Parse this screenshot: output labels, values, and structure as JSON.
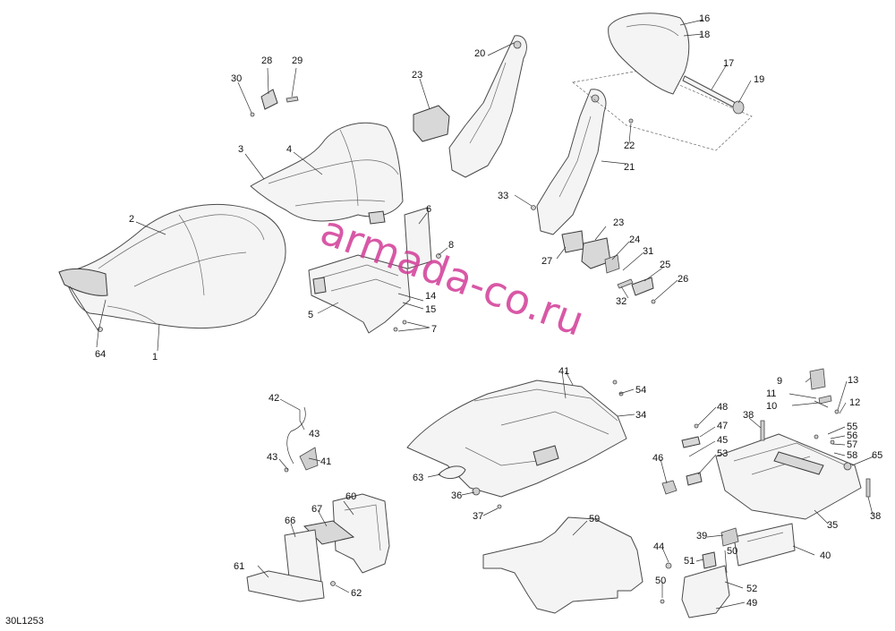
{
  "drawing": {
    "reference": "30L1253",
    "watermark": "armada-co.ru"
  },
  "callouts": [
    {
      "id": "1"
    },
    {
      "id": "2"
    },
    {
      "id": "3"
    },
    {
      "id": "4"
    },
    {
      "id": "5"
    },
    {
      "id": "6"
    },
    {
      "id": "7"
    },
    {
      "id": "8"
    },
    {
      "id": "9"
    },
    {
      "id": "10"
    },
    {
      "id": "11"
    },
    {
      "id": "12"
    },
    {
      "id": "13"
    },
    {
      "id": "14"
    },
    {
      "id": "15"
    },
    {
      "id": "16"
    },
    {
      "id": "17"
    },
    {
      "id": "18"
    },
    {
      "id": "19"
    },
    {
      "id": "20"
    },
    {
      "id": "21"
    },
    {
      "id": "22"
    },
    {
      "id": "23"
    },
    {
      "id": "23"
    },
    {
      "id": "24"
    },
    {
      "id": "25"
    },
    {
      "id": "26"
    },
    {
      "id": "27"
    },
    {
      "id": "28"
    },
    {
      "id": "29"
    },
    {
      "id": "30"
    },
    {
      "id": "31"
    },
    {
      "id": "32"
    },
    {
      "id": "33"
    },
    {
      "id": "34"
    },
    {
      "id": "35"
    },
    {
      "id": "36"
    },
    {
      "id": "37"
    },
    {
      "id": "38"
    },
    {
      "id": "38"
    },
    {
      "id": "39"
    },
    {
      "id": "40"
    },
    {
      "id": "41"
    },
    {
      "id": "41"
    },
    {
      "id": "42"
    },
    {
      "id": "43"
    },
    {
      "id": "43"
    },
    {
      "id": "44"
    },
    {
      "id": "45"
    },
    {
      "id": "46"
    },
    {
      "id": "47"
    },
    {
      "id": "48"
    },
    {
      "id": "49"
    },
    {
      "id": "50"
    },
    {
      "id": "50"
    },
    {
      "id": "51"
    },
    {
      "id": "52"
    },
    {
      "id": "53"
    },
    {
      "id": "54"
    },
    {
      "id": "55"
    },
    {
      "id": "56"
    },
    {
      "id": "57"
    },
    {
      "id": "58"
    },
    {
      "id": "59"
    },
    {
      "id": "60"
    },
    {
      "id": "61"
    },
    {
      "id": "62"
    },
    {
      "id": "63"
    },
    {
      "id": "64"
    },
    {
      "id": "65"
    },
    {
      "id": "66"
    },
    {
      "id": "67"
    }
  ]
}
